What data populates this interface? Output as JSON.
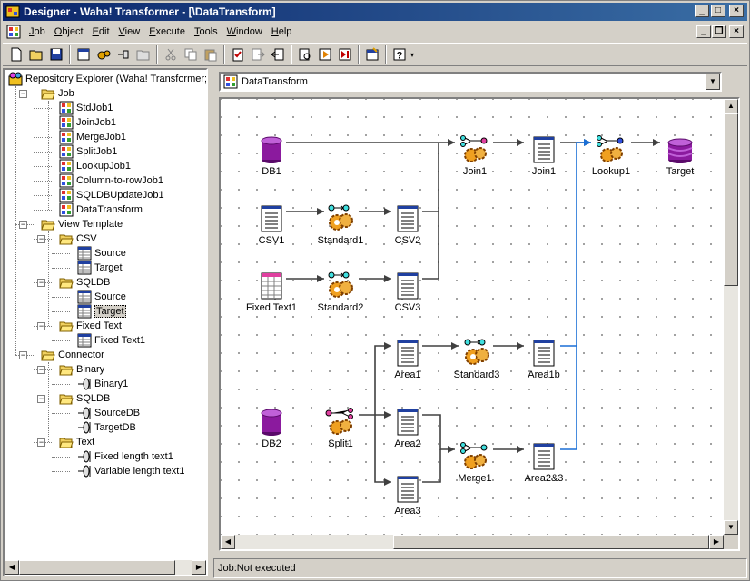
{
  "window": {
    "title": "Designer - Waha! Transformer - [\\DataTransform]"
  },
  "menu": [
    {
      "key": "J",
      "rest": "ob"
    },
    {
      "key": "O",
      "rest": "bject"
    },
    {
      "key": "E",
      "rest": "dit"
    },
    {
      "key": "V",
      "rest": "iew"
    },
    {
      "key": "E",
      "rest": "xecute"
    },
    {
      "key": "T",
      "rest": "ools"
    },
    {
      "key": "W",
      "rest": "indow"
    },
    {
      "key": "H",
      "rest": "elp"
    }
  ],
  "tree": {
    "root": "Repository Explorer (Waha! Transformer;D",
    "job": {
      "label": "Job",
      "items": [
        "StdJob1",
        "JoinJob1",
        "MergeJob1",
        "SplitJob1",
        "LookupJob1",
        "Column-to-rowJob1",
        "SQLDBUpdateJob1",
        "DataTransform"
      ]
    },
    "view_template": {
      "label": "View Template",
      "csv": {
        "label": "CSV",
        "items": [
          "Source",
          "Target"
        ]
      },
      "sqldb": {
        "label": "SQLDB",
        "items": [
          "Source",
          "Target"
        ]
      },
      "fixed": {
        "label": "Fixed Text",
        "items": [
          "Fixed Text1"
        ]
      }
    },
    "connector": {
      "label": "Connector",
      "binary": {
        "label": "Binary",
        "items": [
          "Binary1"
        ]
      },
      "sqldb": {
        "label": "SQLDB",
        "items": [
          "SourceDB",
          "TargetDB"
        ]
      },
      "text": {
        "label": "Text",
        "items": [
          "Fixed length text1",
          "Variable length text1"
        ]
      }
    }
  },
  "combo": {
    "value": "DataTransform"
  },
  "nodes": {
    "db1": "DB1",
    "join1_proc": "Join1",
    "join1_out": "Join1",
    "lookup1": "Lookup1",
    "target": "Target",
    "csv1": "CSV1",
    "standard1": "Standard1",
    "csv2": "CSV2",
    "fixedtext1": "Fixed Text1",
    "standard2": "Standard2",
    "csv3": "CSV3",
    "area1": "Area1",
    "standard3": "Standard3",
    "area1b": "Area1b",
    "db2": "DB2",
    "split1": "Split1",
    "area2": "Area2",
    "merge1": "Merge1",
    "area23": "Area2&3",
    "area3": "Area3"
  },
  "status": {
    "text": "Job:Not executed"
  },
  "colors": {
    "titlebar": "#0a246a",
    "db": "#8b1a9e",
    "link_highlight": "#1a6fd6"
  }
}
